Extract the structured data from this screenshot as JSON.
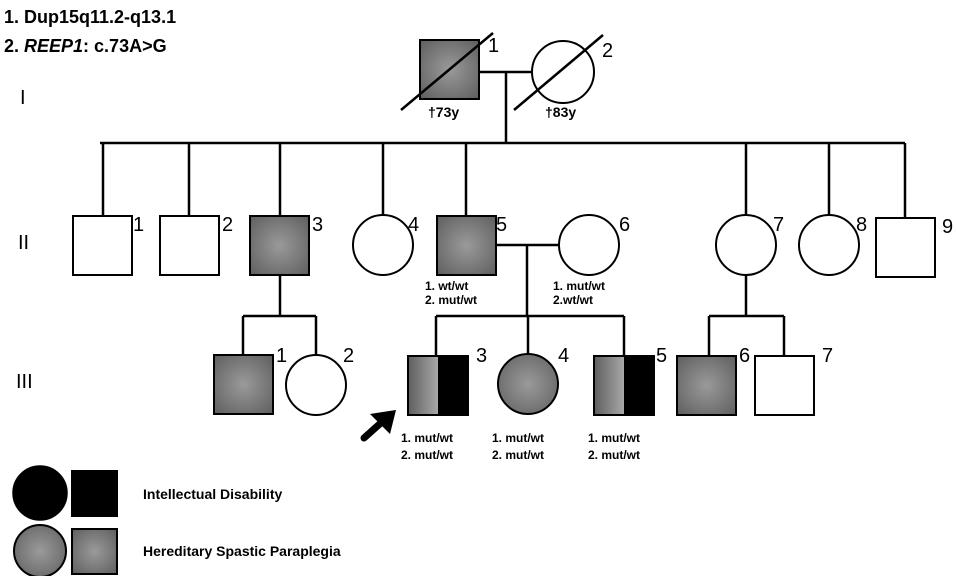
{
  "variants": [
    {
      "prefix": "1. ",
      "gene": "",
      "text": "Dup15q11.2-q13.1"
    },
    {
      "prefix": "2. ",
      "gene": "REEP1",
      "text": ": c.73A>G"
    }
  ],
  "generations": [
    "I",
    "II",
    "III"
  ],
  "individuals": {
    "I1": {
      "number": "1",
      "note": "†73y"
    },
    "I2": {
      "number": "2",
      "note": "†83y"
    },
    "II1": {
      "number": "1"
    },
    "II2": {
      "number": "2"
    },
    "II3": {
      "number": "3"
    },
    "II4": {
      "number": "4"
    },
    "II5": {
      "number": "5",
      "genotype": [
        "1. wt/wt",
        "2. mut/wt"
      ]
    },
    "II6": {
      "number": "6",
      "genotype": [
        "1. mut/wt",
        "2.wt/wt"
      ]
    },
    "II7": {
      "number": "7"
    },
    "II8": {
      "number": "8"
    },
    "II9": {
      "number": "9"
    },
    "III1": {
      "number": "1"
    },
    "III2": {
      "number": "2"
    },
    "III3": {
      "number": "3",
      "genotype": [
        "1. mut/wt",
        "2. mut/wt"
      ]
    },
    "III4": {
      "number": "4",
      "genotype": [
        "1. mut/wt",
        "2. mut/wt"
      ]
    },
    "III5": {
      "number": "5",
      "genotype": [
        "1. mut/wt",
        "2. mut/wt"
      ]
    },
    "III6": {
      "number": "6"
    },
    "III7": {
      "number": "7"
    }
  },
  "legend": {
    "intellectual_disability": "Intellectual Disability",
    "hereditary_spastic_paraplegia": "Hereditary Spastic Paraplegia"
  },
  "colors": {
    "hsp_fill": "#777777",
    "id_fill": "#000000",
    "unaffected_fill": "#ffffff",
    "line": "#000000"
  }
}
